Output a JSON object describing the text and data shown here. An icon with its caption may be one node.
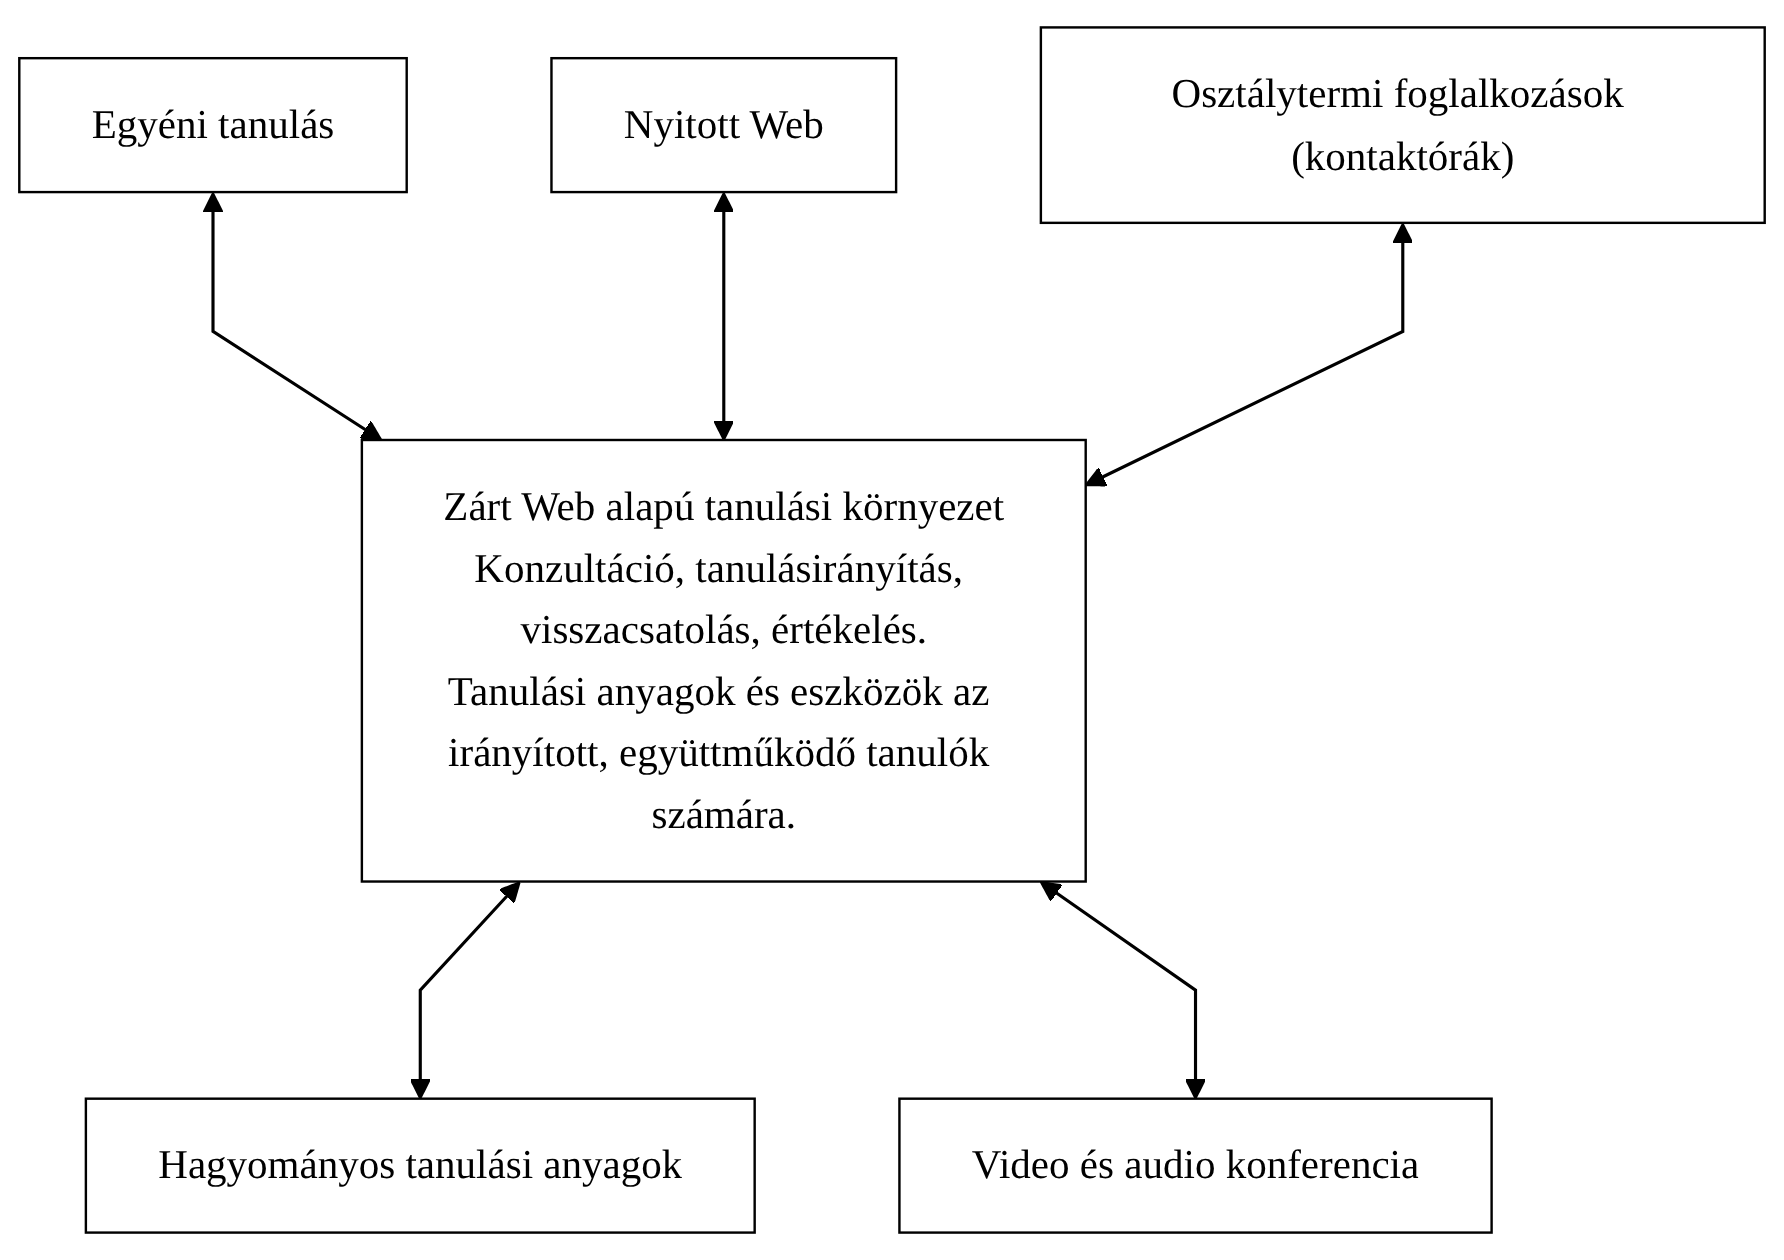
{
  "diagram": {
    "nodes": [
      {
        "text": [
          "Egyéni tanulás"
        ]
      },
      {
        "text": [
          "Nyitott Web"
        ]
      },
      {
        "text": [
          "Osztálytermi foglalkozások (kontaktórák)"
        ]
      },
      {
        "text": [
          "Zárt Web alapú tanulási környezet",
          "Konzultáció, tanulásirányítás, visszacsatolás, értékelés.",
          "Tanulási anyagok és eszközök az irányított, együttműködő tanulók számára."
        ]
      },
      {
        "text": [
          "Hagyományos tanulási anyagok"
        ]
      },
      {
        "text": [
          "Video és audio konferencia"
        ]
      }
    ],
    "edges": [
      {
        "from": 0,
        "to": 3,
        "arrow": "both"
      },
      {
        "from": 1,
        "to": 3,
        "arrow": "both"
      },
      {
        "from": 2,
        "to": 3,
        "arrow": "both"
      },
      {
        "from": 3,
        "to": 4,
        "arrow": "both"
      },
      {
        "from": 3,
        "to": 5,
        "arrow": "both"
      }
    ]
  }
}
